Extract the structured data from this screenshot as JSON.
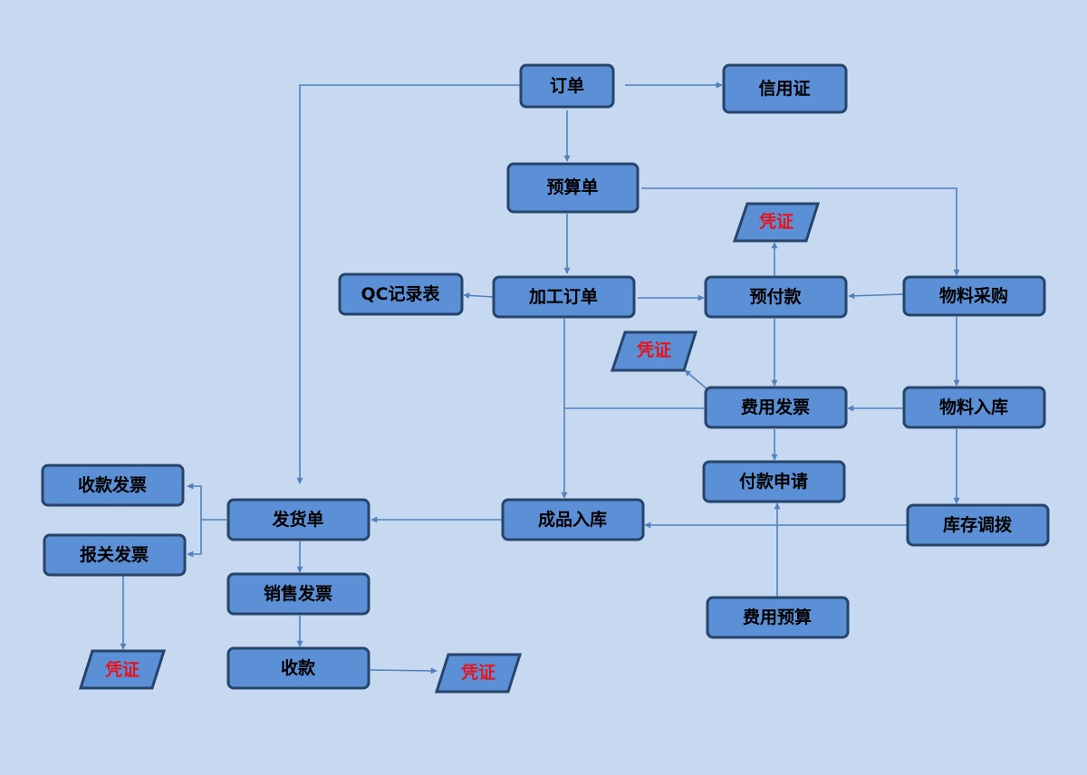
{
  "nodes": {
    "order": "订单",
    "letter_of_credit": "信用证",
    "budget_sheet": "预算单",
    "qc_record": "QC记录表",
    "processing_order": "加工订单",
    "prepayment": "预付款",
    "material_purchase": "物料采购",
    "expense_invoice": "费用发票",
    "material_inbound": "物料入库",
    "payment_request": "付款申请",
    "collection_invoice": "收款发票",
    "delivery_note": "发货单",
    "finished_goods_inbound": "成品入库",
    "stock_transfer": "库存调拨",
    "customs_invoice": "报关发票",
    "sales_invoice": "销售发票",
    "expense_budget": "费用预算",
    "collection": "收款"
  },
  "vouchers": {
    "voucher_prepayment": "凭证",
    "voucher_expense": "凭证",
    "voucher_customs": "凭证",
    "voucher_collection": "凭证"
  },
  "colors": {
    "background": "#c6d9f0",
    "node_fill": "#5b8fd6",
    "node_border": "#27456b",
    "connector": "#4f81bd",
    "voucher_text": "#e8141b"
  }
}
